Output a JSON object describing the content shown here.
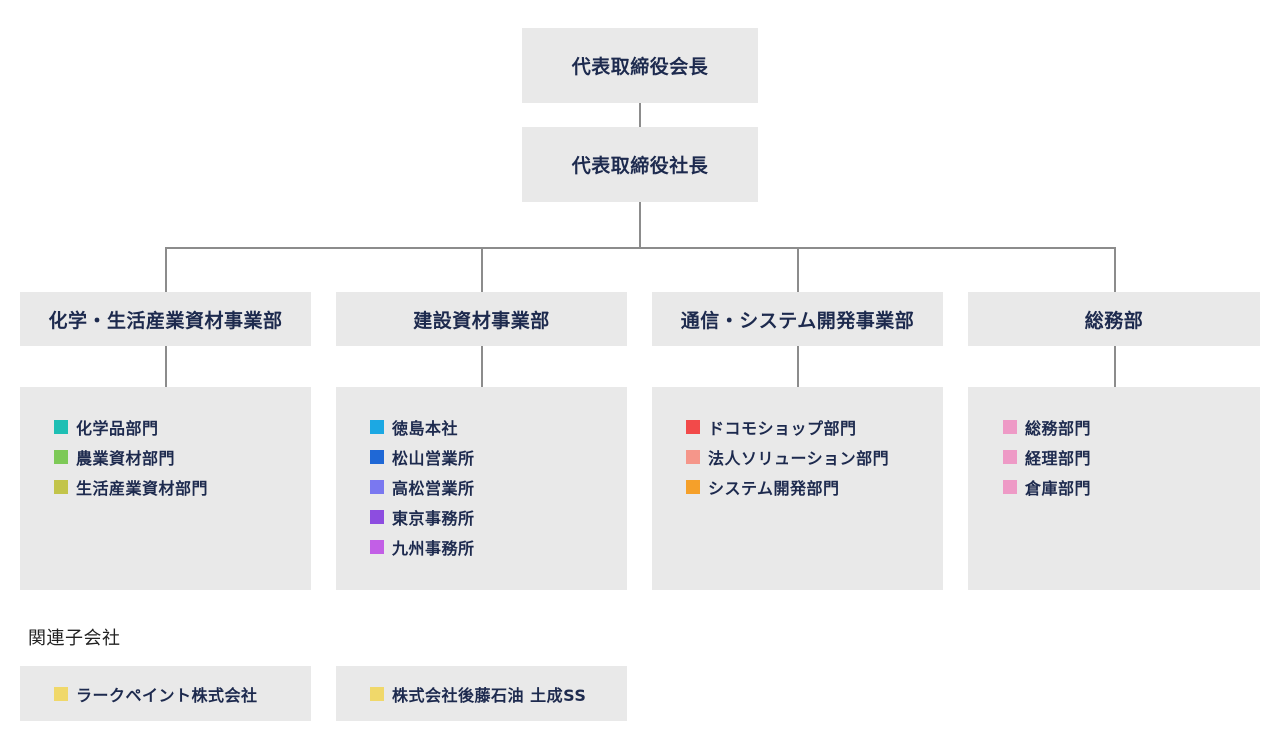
{
  "chairman": "代表取締役会長",
  "president": "代表取締役社長",
  "divisions": [
    {
      "title": "化学・生活産業資材事業部",
      "items": [
        {
          "label": "化学品部門",
          "color": "#1ebfb4"
        },
        {
          "label": "農業資材部門",
          "color": "#7dc957"
        },
        {
          "label": "生活産業資材部門",
          "color": "#c2c44a"
        }
      ]
    },
    {
      "title": "建設資材事業部",
      "items": [
        {
          "label": "徳島本社",
          "color": "#1ca8e3"
        },
        {
          "label": "松山営業所",
          "color": "#1f68d6"
        },
        {
          "label": "高松営業所",
          "color": "#7a78f0"
        },
        {
          "label": "東京事務所",
          "color": "#8d4de0"
        },
        {
          "label": "九州事務所",
          "color": "#c25fe6"
        }
      ]
    },
    {
      "title": "通信・システム開発事業部",
      "items": [
        {
          "label": "ドコモショップ部門",
          "color": "#f24a4a"
        },
        {
          "label": "法人ソリューション部門",
          "color": "#f5968a"
        },
        {
          "label": "システム開発部門",
          "color": "#f5a02a"
        }
      ]
    },
    {
      "title": "総務部",
      "items": [
        {
          "label": "総務部門",
          "color": "#ee9ac6"
        },
        {
          "label": "経理部門",
          "color": "#ee9ac6"
        },
        {
          "label": "倉庫部門",
          "color": "#ee9ac6"
        }
      ]
    }
  ],
  "affiliates": {
    "heading": "関連子会社",
    "items": [
      {
        "label": "ラークペイント株式会社",
        "color": "#f0d86a"
      },
      {
        "label": "株式会社後藤石油 土成SS",
        "color": "#f0d86a"
      }
    ]
  }
}
